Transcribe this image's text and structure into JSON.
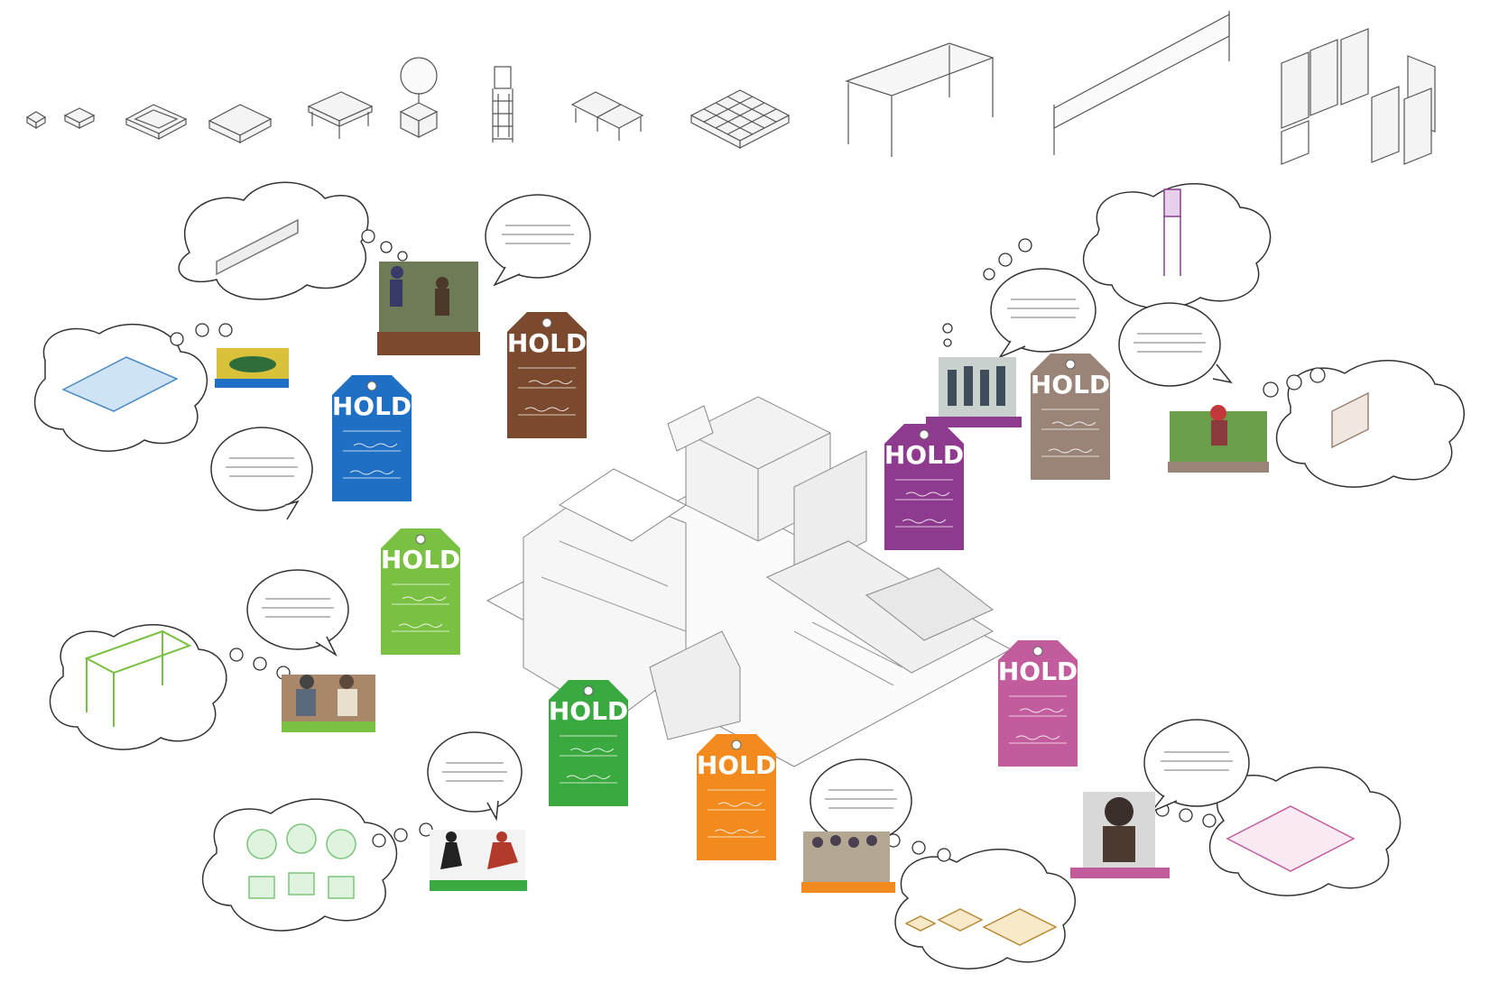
{
  "tags": [
    {
      "id": "blue",
      "label": "HOLD",
      "color": "#1f6fc4"
    },
    {
      "id": "brown",
      "label": "HOLD",
      "color": "#7b4a2e"
    },
    {
      "id": "green",
      "label": "HOLD",
      "color": "#7ac143"
    },
    {
      "id": "dark-green",
      "label": "HOLD",
      "color": "#3aa93f"
    },
    {
      "id": "orange",
      "label": "HOLD",
      "color": "#f28a1e"
    },
    {
      "id": "purple",
      "label": "HOLD",
      "color": "#8e3a8e"
    },
    {
      "id": "taupe",
      "label": "HOLD",
      "color": "#9a8478"
    },
    {
      "id": "pink",
      "label": "HOLD",
      "color": "#c35c9c"
    }
  ],
  "photo_labels": [
    {
      "id": "queens-museum-park",
      "color": "#1f6fc4"
    },
    {
      "id": "neighborhood-group",
      "color": "#7b4a2e"
    },
    {
      "id": "ymca",
      "color": "#8e3a8e"
    },
    {
      "id": "garden-group",
      "color": "#9a8478"
    },
    {
      "id": "restaurant",
      "color": "#7ac143"
    },
    {
      "id": "athletes",
      "color": "#3aa93f"
    },
    {
      "id": "community-group",
      "color": "#f28a1e"
    },
    {
      "id": "public-art",
      "color": "#c35c9c"
    }
  ],
  "icons": [
    "small-cube-icon",
    "small-box-icon",
    "tray-icon",
    "platform-icon",
    "table-icon",
    "planter-tree-icon",
    "lifeguard-chair-icon",
    "double-table-icon",
    "grid-platform-icon",
    "canopy-frame-icon",
    "volleyball-net-icon",
    "partition-walls-icon"
  ]
}
